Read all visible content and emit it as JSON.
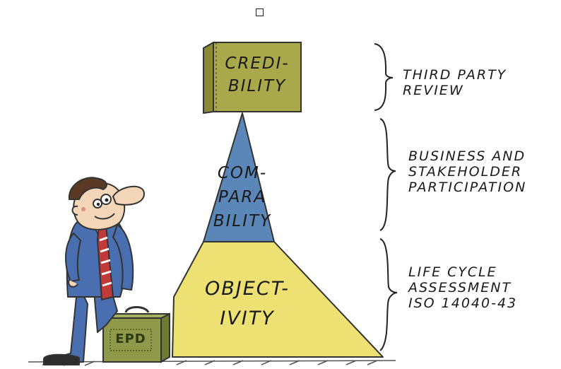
{
  "pyramid": {
    "top": {
      "lines": [
        "CREDI-",
        "BILITY"
      ]
    },
    "middle": {
      "lines": [
        "COM-",
        "PARA",
        "BILITY"
      ]
    },
    "bottom": {
      "lines": [
        "OBJECT-",
        "IVITY"
      ]
    }
  },
  "annotations": {
    "top": [
      "THIRD PARTY",
      "REVIEW"
    ],
    "middle": [
      "BUSINESS AND",
      "STAKEHOLDER",
      "PARTICIPATION"
    ],
    "bottom": [
      "LIFE CYCLE",
      "ASSESSMENT",
      "ISO 14040-43"
    ]
  },
  "briefcase": {
    "label": "EPD"
  },
  "colors": {
    "credibility_box": "#a9a84a",
    "comparability": "#5b86b8",
    "objectivity": "#ede173",
    "suit": "#4a6fb0",
    "briefcase": "#8e9a4a"
  }
}
